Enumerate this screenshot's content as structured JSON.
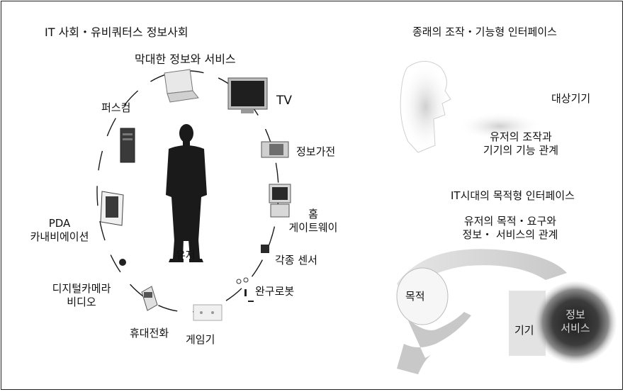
{
  "left": {
    "heading": "IT 사회・유비쿼터스 정보사회",
    "subtitle": "막대한 정보와 서비스",
    "user": "유저",
    "devices": {
      "pc": "퍼스컴",
      "tv": "TV",
      "appliance": "정보가전",
      "home_gateway": [
        "홈",
        "게이트웨이"
      ],
      "sensors": "각종 센서",
      "robot_toy": "완구로봇",
      "game": "게임기",
      "phone": "휴대전화",
      "camera": [
        "디지털카메라",
        "비디오"
      ],
      "pda": [
        "PDA",
        "카내비에이션"
      ]
    }
  },
  "right_top": {
    "heading": "종래의 조작・기능형 인터페이스",
    "device": "대상기기",
    "relation": [
      "유저의 조작과",
      "기기의 기능 관계"
    ]
  },
  "right_bottom": {
    "heading": "IT시대의 목적형 인터페이스",
    "relation": [
      "유저의 목적・요구와",
      "정보・ 서비스의 관계"
    ],
    "purpose": "목적",
    "device": "기기",
    "info_service": [
      "정보",
      "서비스"
    ]
  }
}
